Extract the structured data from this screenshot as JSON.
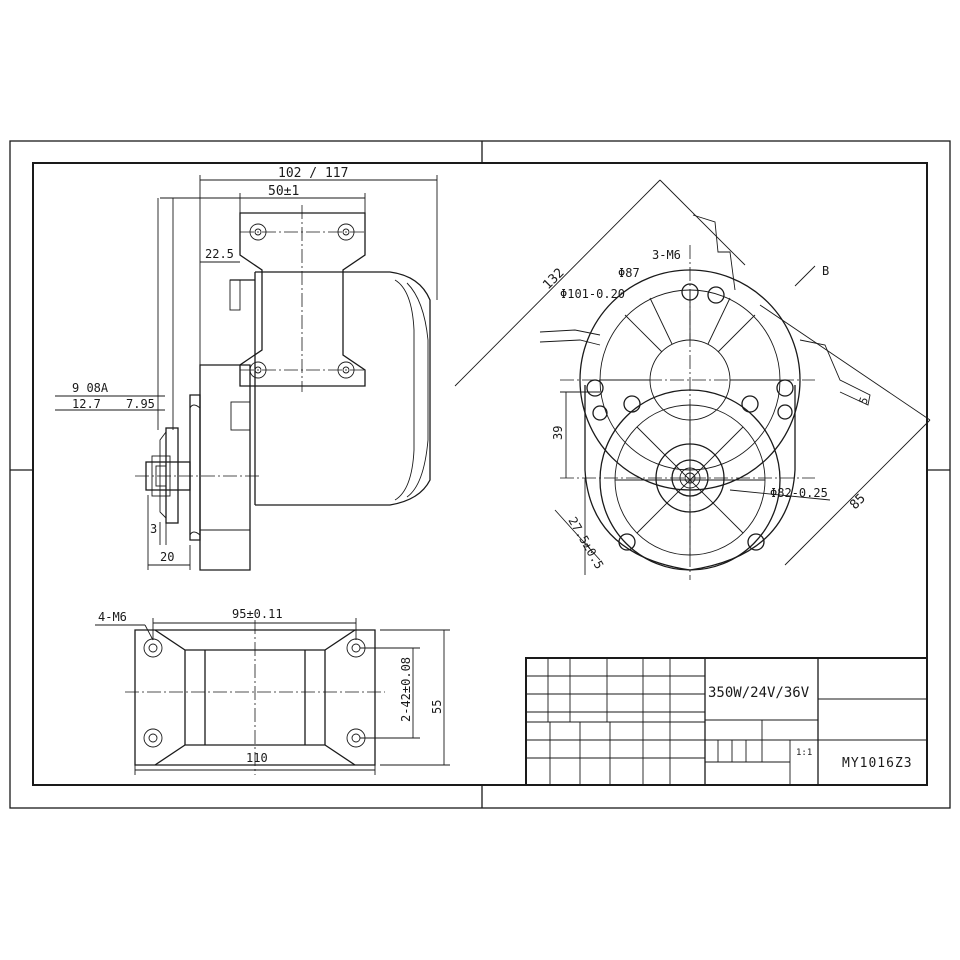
{
  "colors": {
    "ink": "#1a1a1a",
    "paper": "#ffffff"
  },
  "side_view": {
    "dim_overall_length": "102 / 117",
    "dim_bracket_width": "50±1",
    "dim_bracket_offset": "22.5",
    "chain_label": "9  08A",
    "dim_sprocket_a": "12.7",
    "dim_sprocket_b": "7.95",
    "dim_small": "3",
    "dim_shaft": "20"
  },
  "front_view": {
    "dim_diagonal": "132",
    "dim_bolt_circle_a": "Φ87",
    "dim_pilot_dia": "Φ101-0.20",
    "holes_label": "3-M6",
    "section_label": "B",
    "dim_height": "39",
    "dim_face_dia": "Φ82-0.25",
    "dim_offset": "27.5±0.5",
    "dim_diag_right": "85",
    "dim_tab": "5"
  },
  "base_view": {
    "holes_label": "4-M6",
    "dim_hole_spacing": "95±0.11",
    "dim_slot": "2-42±0.08",
    "dim_height": "55",
    "dim_width": "110"
  },
  "title_block": {
    "spec": "350W/24V/36V",
    "scale": "1:1",
    "model": "MY1016Z3"
  }
}
